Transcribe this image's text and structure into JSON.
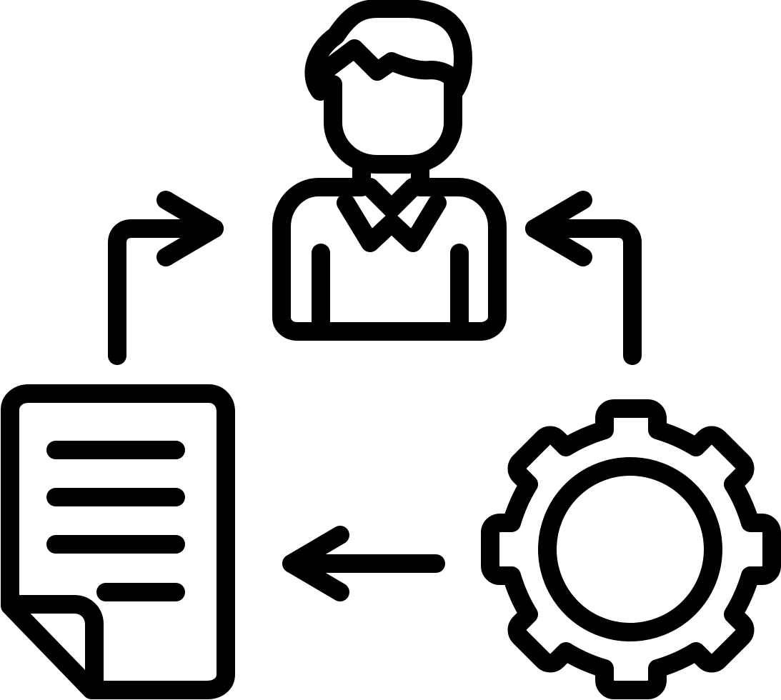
{
  "icon": {
    "name": "workflow-cycle-icon",
    "stroke_color": "#000000",
    "background_color": "#ffffff",
    "parts": [
      "user-icon",
      "document-icon",
      "gear-icon",
      "arrow-document-to-user",
      "arrow-gear-to-user",
      "arrow-gear-to-document"
    ]
  }
}
